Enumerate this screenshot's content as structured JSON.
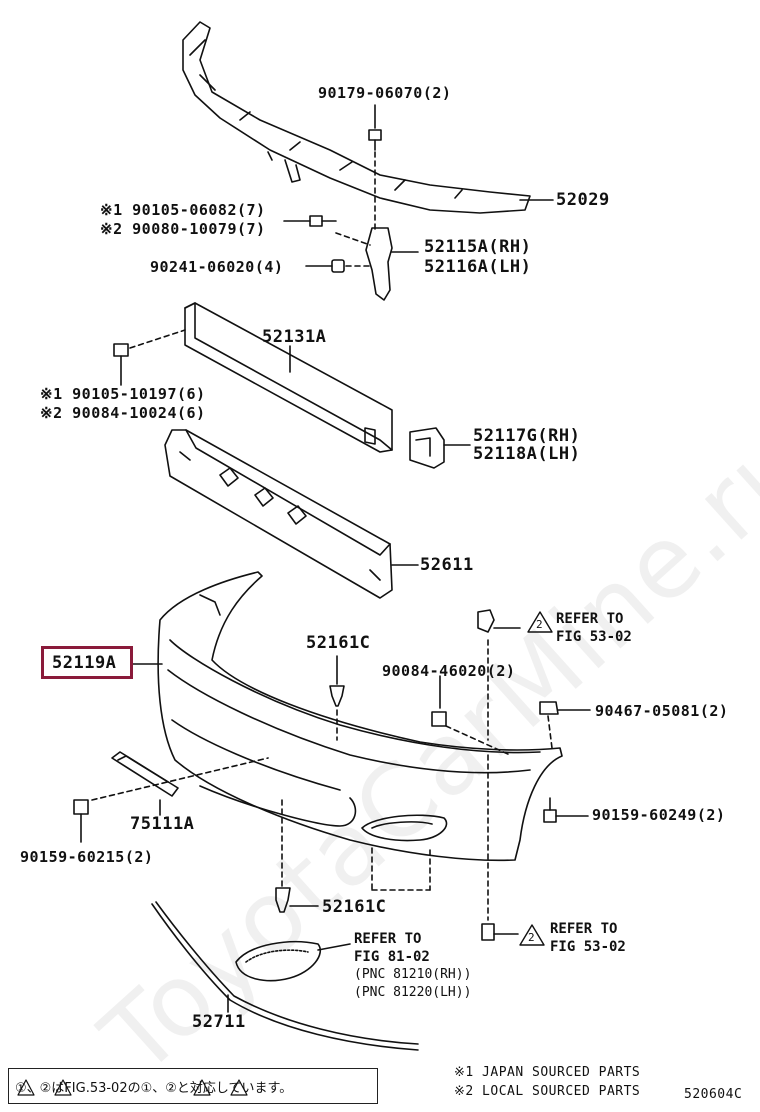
{
  "diagram": {
    "watermark": "ToyotaCarMine.ru",
    "figure_code": "520604C",
    "parts": {
      "p90179": "90179-06070(2)",
      "p52029": "52029",
      "p90105a": "※1 90105-06082(7)",
      "p90080": "※2 90080-10079(7)",
      "p52115": "52115A(RH)",
      "p52116": "52116A(LH)",
      "p90241": "90241-06020(4)",
      "p52131": "52131A",
      "p90105b": "※1 90105-10197(6)",
      "p90084a": "※2 90084-10024(6)",
      "p52117": "52117G(RH)",
      "p52118": "52118A(LH)",
      "p52611": "52611",
      "p52161a": "52161C",
      "p52119": "52119A",
      "p90084b": "90084-46020(2)",
      "p90467": "90467-05081(2)",
      "p75111": "75111A",
      "p90159a": "90159-60249(2)",
      "p90159b": "90159-60215(2)",
      "p52161b": "52161C",
      "p52711": "52711"
    },
    "refs": {
      "ref1_line1": "REFER TO",
      "ref1_line2": "FIG 53-02",
      "ref2_line1": "REFER TO",
      "ref2_line2": "FIG 53-02",
      "ref3_line1": "REFER TO",
      "ref3_line2": "FIG 81-02",
      "ref3_line3": "(PNC 81210(RH))",
      "ref3_line4": "(PNC 81220(LH))",
      "badge": "2"
    },
    "notes": {
      "note1": "※1 JAPAN SOURCED PARTS",
      "note2": "※2 LOCAL SOURCED PARTS",
      "footnote": "①、②はFIG.53-02の①、②と対応しています。"
    }
  }
}
